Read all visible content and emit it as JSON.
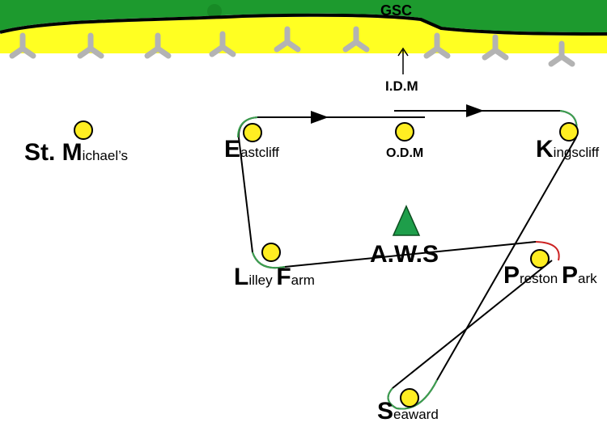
{
  "header": {
    "title": "GSC"
  },
  "arrow_label": "I.D.M",
  "locations": {
    "st_michaels": {
      "initial": "St. M",
      "rest": "ichael’s"
    },
    "eastcliff": {
      "initial": "E",
      "rest": "astcliff"
    },
    "odm": {
      "label": "O.D.M"
    },
    "kingscliff": {
      "initial": "K",
      "rest": "ingscliff"
    },
    "aws": {
      "label": "A.W.S"
    },
    "lilley_farm": {
      "initial1": "L",
      "rest1": "illey ",
      "initial2": "F",
      "rest2": "arm"
    },
    "preston_park": {
      "initial1": "P",
      "rest1": "reston ",
      "initial2": "P",
      "rest2": "ark"
    },
    "seaward": {
      "initial": "S",
      "rest": "eaward"
    }
  },
  "colors": {
    "grass": "#1d9a2e",
    "beach": "#ffff22",
    "marker_fill": "#ffee22",
    "route": "#000000",
    "turn_green": "#3ca050",
    "turn_red": "#cc2222",
    "tree": "#b3b3b3",
    "aws_triangle": "#1e9e4a"
  }
}
